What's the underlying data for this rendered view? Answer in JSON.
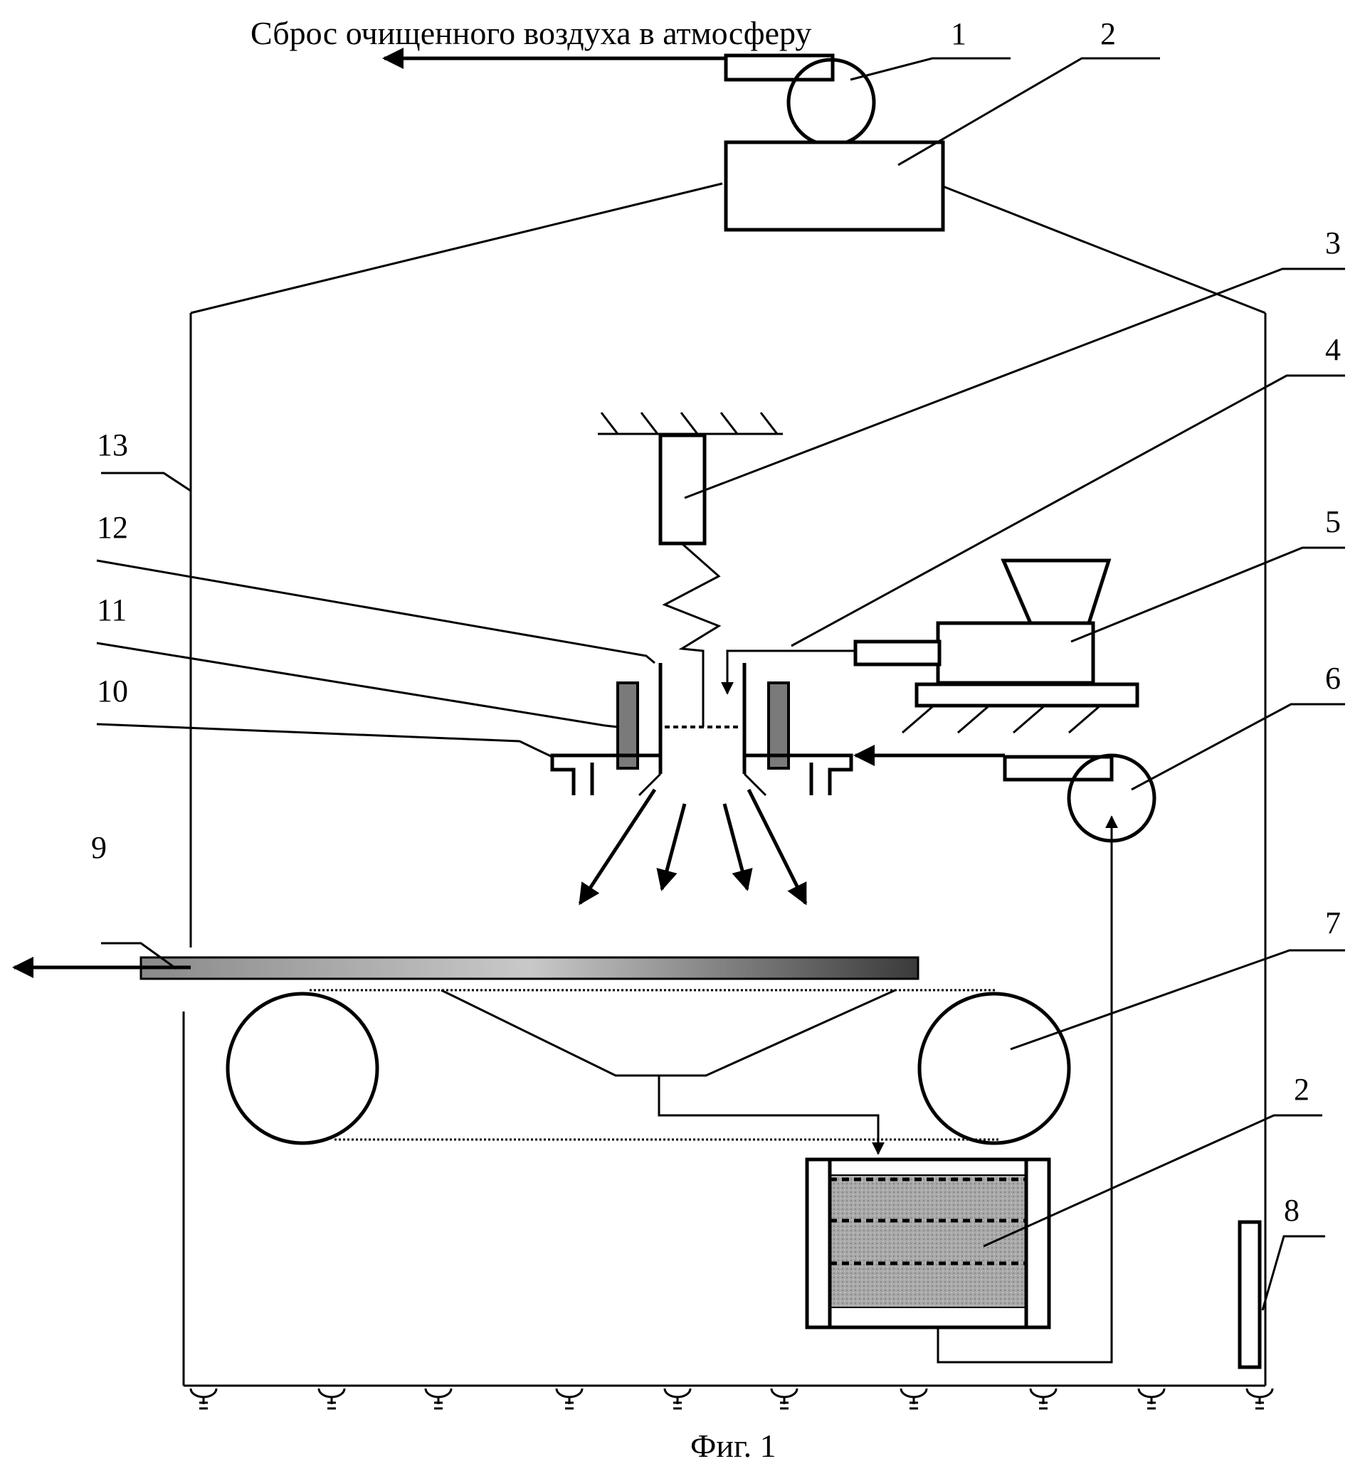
{
  "diagram": {
    "title": "Сброс очищенного воздуха в атмосферу",
    "caption": "Фиг. 1",
    "labels": {
      "l1": "1",
      "l2_top": "2",
      "l3": "3",
      "l4": "4",
      "l5": "5",
      "l6": "6",
      "l7": "7",
      "l2_bottom": "2",
      "l8": "8",
      "l9": "9",
      "l10": "10",
      "l11": "11",
      "l12": "12",
      "l13": "13"
    }
  }
}
